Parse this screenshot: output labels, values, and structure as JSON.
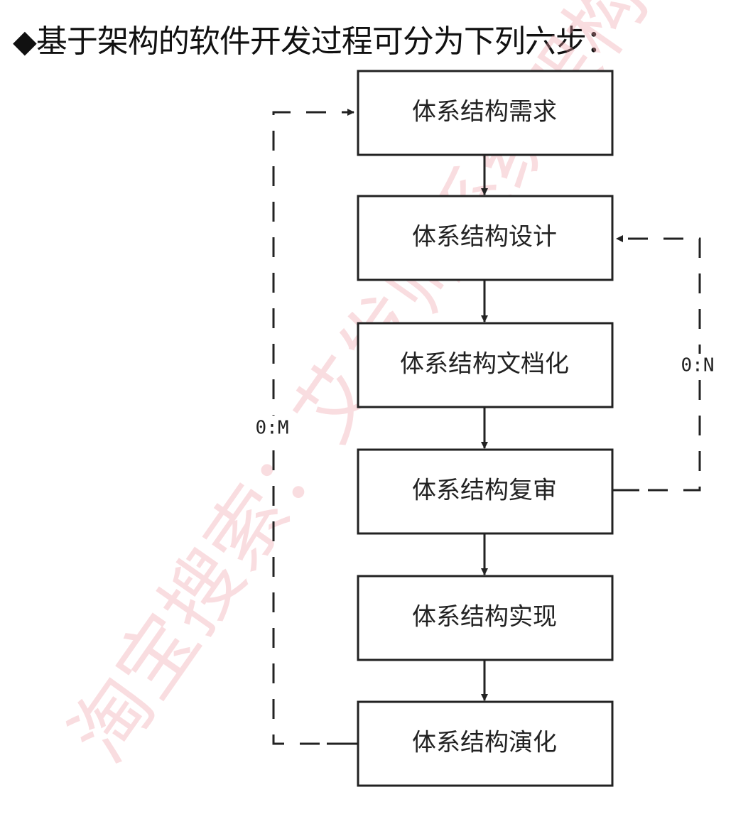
{
  "title": "◆基于架构的软件开发过程可分为下列六步：",
  "steps": [
    {
      "label": "体系结构需求"
    },
    {
      "label": "体系结构设计"
    },
    {
      "label": "体系结构文档化"
    },
    {
      "label": "体系结构复审"
    },
    {
      "label": "体系结构实现"
    },
    {
      "label": "体系结构演化"
    }
  ],
  "loops": {
    "left_label": "0:M",
    "right_label": "0:N"
  },
  "watermark": "淘宝搜索：艾发师系统架构"
}
